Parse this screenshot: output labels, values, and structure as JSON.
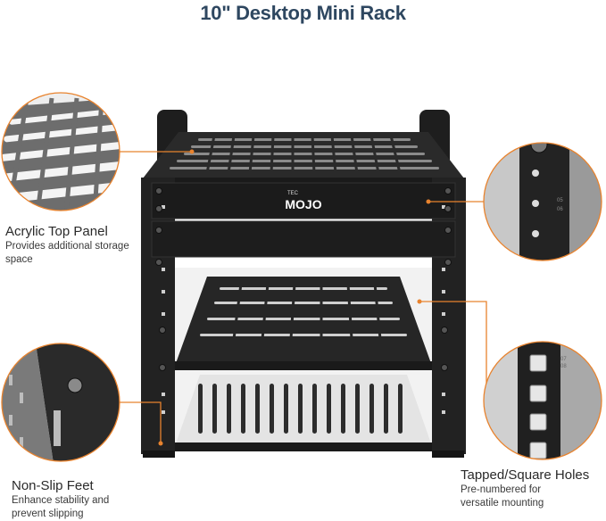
{
  "title": "10\" Desktop Mini Rack",
  "brand": {
    "small": "TEC",
    "name": "MOJO"
  },
  "callouts": {
    "top_panel": {
      "heading": "Acrylic Top Panel",
      "desc": "Provides additional storage space"
    },
    "feet": {
      "heading": "Non-Slip Feet",
      "desc": "Enhance stability and prevent slipping"
    },
    "holes": {
      "heading": "Tapped/Square Holes",
      "desc": "Pre-numbered for versatile mounting"
    }
  },
  "colors": {
    "accent": "#e8832e",
    "title": "#2e4760",
    "rack": "#1b1b1b"
  }
}
